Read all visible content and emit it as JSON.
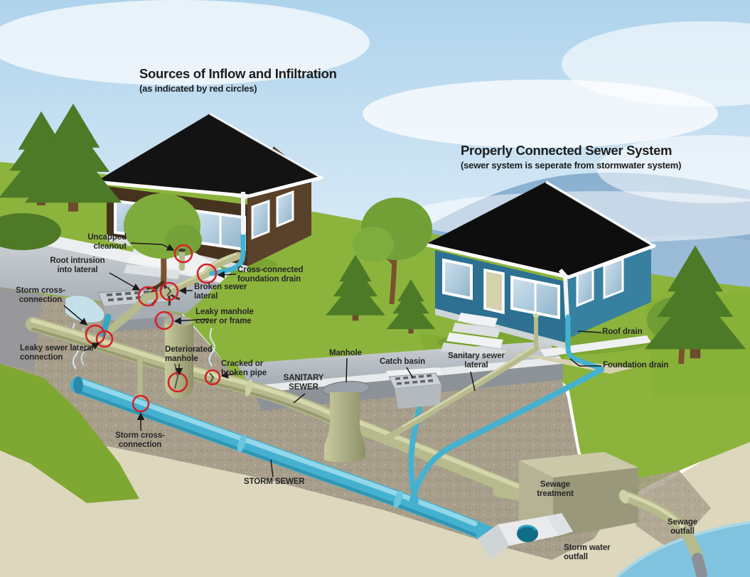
{
  "titles": {
    "left": {
      "heading": "Sources of Inflow and Infiltration",
      "subheading": "(as indicated by red circles)"
    },
    "right": {
      "heading": "Properly Connected Sewer System",
      "subheading": "(sewer system is seperate from stormwater system)"
    }
  },
  "callouts": {
    "uncapped_cleanout": "Uncapped cleanout",
    "root_intrusion": "Root intrusion into lateral",
    "storm_cross_connection_top": "Storm cross-connection",
    "cross_connected_foundation_drain": "Cross-connected foundation drain",
    "broken_sewer_lateral": "Broken sewer lateral",
    "leaky_manhole_cover": "Leaky manhole cover or frame",
    "leaky_sewer_lateral_connection": "Leaky sewer lateral connection",
    "deteriorated_manhole": "Deteriorated manhole",
    "cracked_or_broken_pipe": "Cracked or broken pipe",
    "sanitary_sewer": "SANITARY SEWER",
    "manhole": "Manhole",
    "catch_basin": "Catch basin",
    "sanitary_sewer_lateral": "Sanitary sewer lateral",
    "roof_drain": "Roof drain",
    "foundation_drain": "Foundation drain",
    "storm_cross_connection_bottom": "Storm cross-connection",
    "storm_sewer": "STORM SEWER",
    "sewage_treatment": "Sewage treatment",
    "sewage_outfall": "Sewage outfall",
    "storm_water_outfall": "Storm water outfall"
  },
  "colors": {
    "red_circle": "#d62128",
    "sanitary_pipe": "#b6ba8c",
    "storm_pipe": "#45b1d0",
    "label_text": "#262626",
    "grass": "#8cb43c",
    "sky": "#aed3ec",
    "roof": "#131313",
    "house_left_wall": "#46331f",
    "house_right_wall": "#2d7091",
    "soil": "#a79e8b",
    "street": "#b3bac0",
    "water": "#7fc3de"
  }
}
